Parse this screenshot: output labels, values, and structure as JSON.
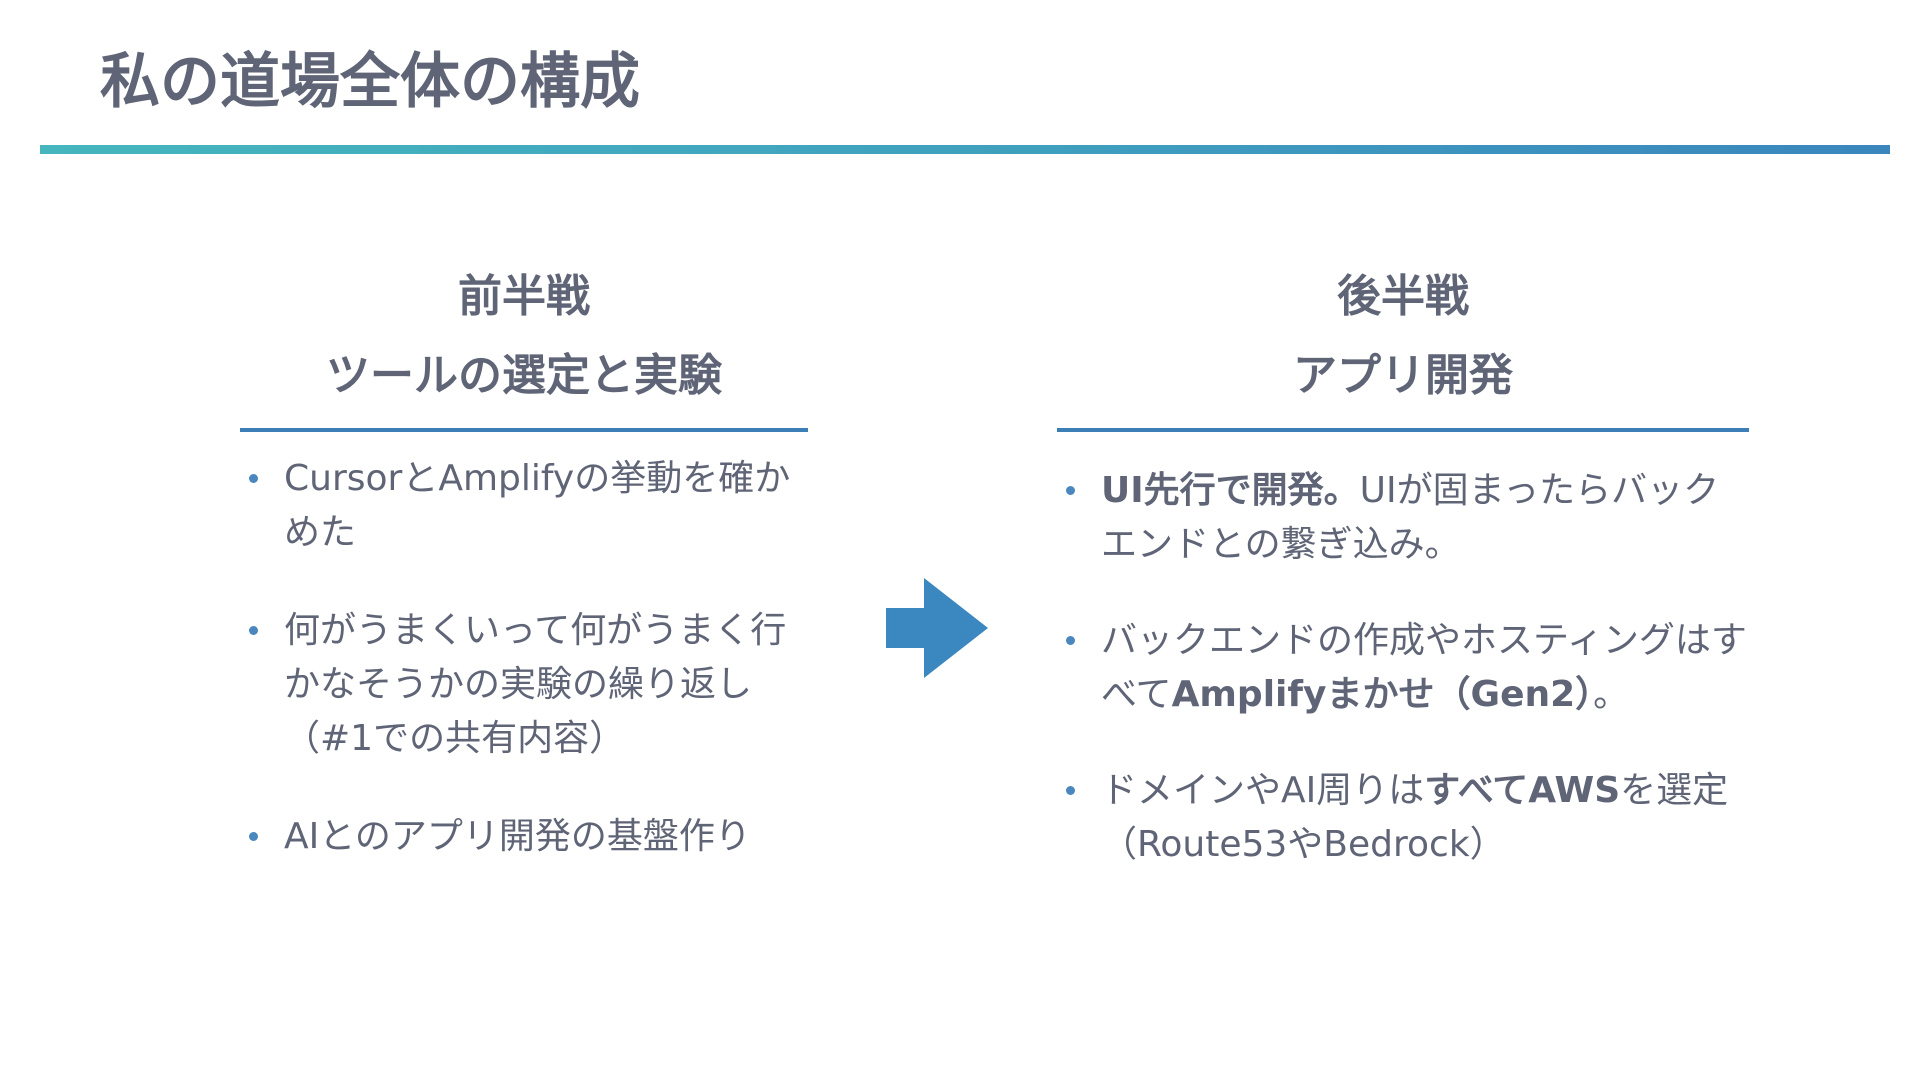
{
  "slide": {
    "title": "私の道場全体の構成",
    "accent_gradient": [
      "#45b6bd",
      "#3a86bd"
    ],
    "text_color": "#5f6577",
    "arrow_color": "#3b87c0"
  },
  "left": {
    "phase": "前半戦",
    "subtitle": "ツールの選定と実験",
    "bullets": [
      {
        "text": "CursorとAmplifyの挙動を確かめた"
      },
      {
        "text": "何がうまくいって何がうまく行かなそうかの実験の繰り返し（#1での共有内容）"
      },
      {
        "text": "AIとのアプリ開発の基盤作り"
      }
    ]
  },
  "right": {
    "phase": "後半戦",
    "subtitle": "アプリ開発",
    "bullets": [
      {
        "strong1": "UI先行で開発。",
        "text1": "UIが固まったらバックエンドとの繋ぎ込み。"
      },
      {
        "text1": "バックエンドの作成やホスティングはすべて",
        "strong1": "Amplifyまかせ（Gen2）",
        "text2": "。"
      },
      {
        "text1": "ドメインやAI周りは",
        "strong1": "すべてAWS",
        "text2": "を選定（Route53やBedrock）"
      }
    ]
  },
  "icons": {
    "bullet": "bullet-dot-icon",
    "arrow": "arrow-right-icon"
  }
}
